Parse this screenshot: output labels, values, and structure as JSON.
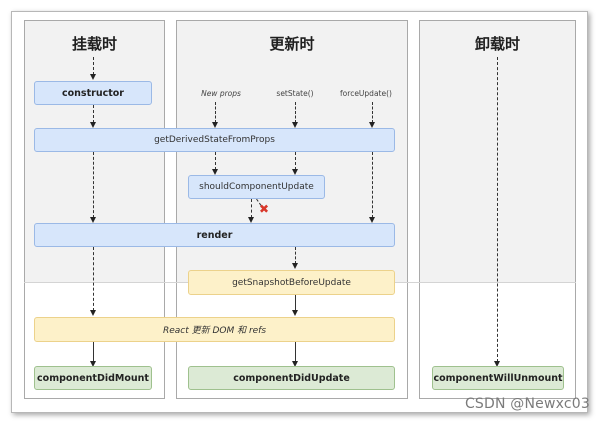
{
  "columns": {
    "mount": "挂载时",
    "update": "更新时",
    "unmount": "卸载时"
  },
  "triggers": {
    "new_props": "New props",
    "set_state": "setState()",
    "force_update": "forceUpdate()"
  },
  "nodes": {
    "constructor": "constructor",
    "get_derived": "getDerivedStateFromProps",
    "should_update": "shouldComponentUpdate",
    "render": "render",
    "snapshot": "getSnapshotBeforeUpdate",
    "dom_refs": "React 更新 DOM 和 refs",
    "did_mount": "componentDidMount",
    "did_update": "componentDidUpdate",
    "will_unmount": "componentWillUnmount"
  },
  "reject_mark": "✖",
  "watermark": "CSDN @Newxc03",
  "colors": {
    "blue_box": "#d7e6fb",
    "yellow_box": "#fdf1c9",
    "green_box": "#dcead5",
    "reject": "#d9372a"
  }
}
